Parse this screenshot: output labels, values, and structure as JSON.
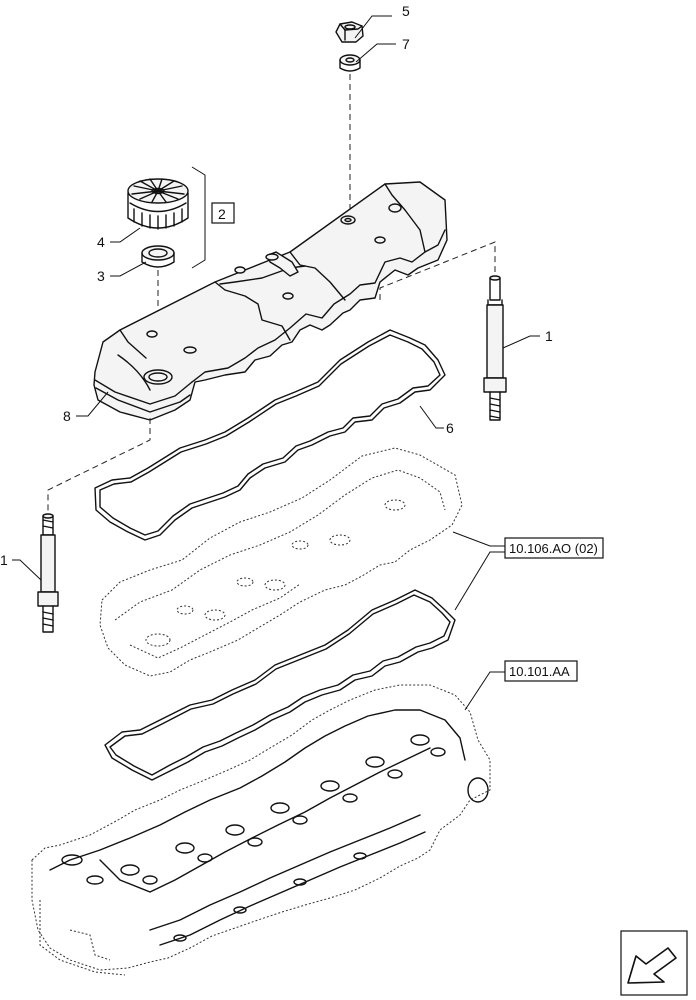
{
  "callouts": {
    "c1a": "1",
    "c1b": "1",
    "c2": "2",
    "c3": "3",
    "c4": "4",
    "c5": "5",
    "c6": "6",
    "c7": "7",
    "c8": "8"
  },
  "references": {
    "ref_valve_cover_seal": "10.106.AO (02)",
    "ref_cylinder_head": "10.101.AA"
  },
  "icons": {
    "nav": "next-page-arrow-icon"
  }
}
